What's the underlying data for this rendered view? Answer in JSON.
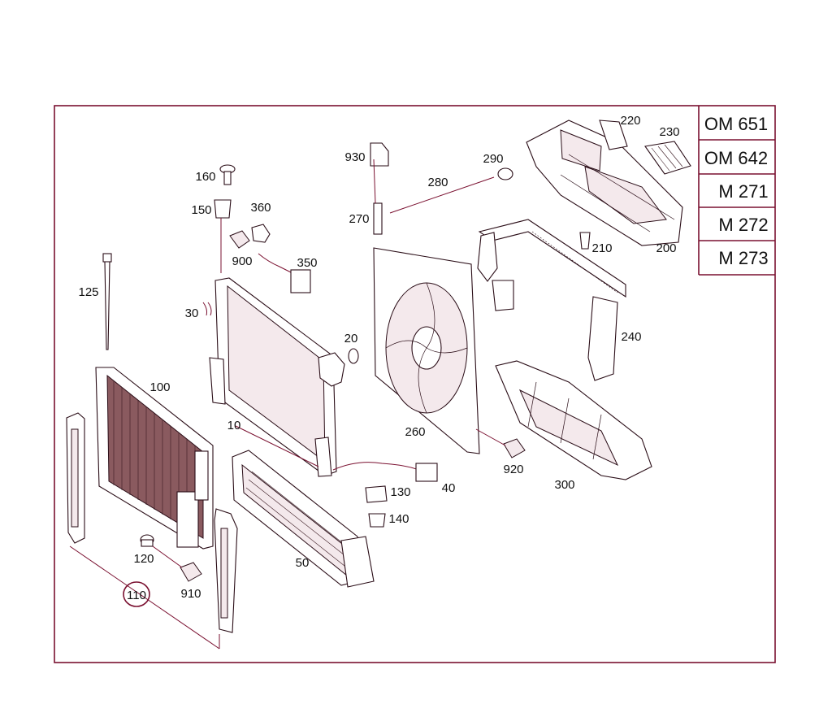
{
  "engines": [
    "OM 651",
    "OM 642",
    "M 271",
    "M 272",
    "M 273"
  ],
  "callouts": {
    "c10": "10",
    "c20": "20",
    "c30": "30",
    "c40": "40",
    "c50": "50",
    "c100": "100",
    "c110": "110",
    "c120": "120",
    "c125": "125",
    "c130": "130",
    "c140": "140",
    "c150": "150",
    "c160": "160",
    "c200": "200",
    "c210": "210",
    "c220": "220",
    "c230": "230",
    "c240": "240",
    "c260": "260",
    "c270": "270",
    "c280": "280",
    "c290": "290",
    "c300": "300",
    "c350": "350",
    "c360": "360",
    "c900": "900",
    "c910": "910",
    "c920": "920",
    "c930": "930"
  },
  "colors": {
    "frame": "#7a1030",
    "ink": "#111111"
  }
}
